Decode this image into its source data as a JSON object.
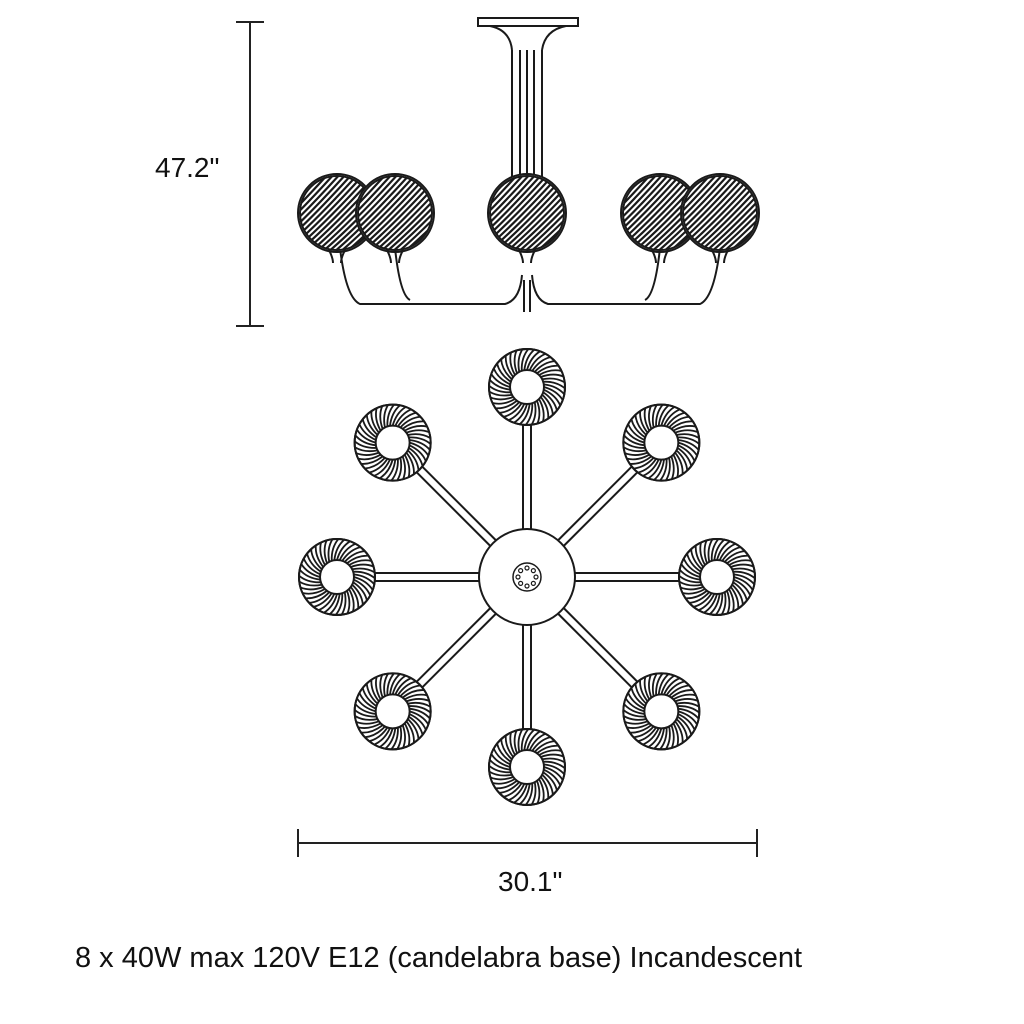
{
  "dimensions": {
    "height_label": "47.2\"",
    "width_label": "30.1\""
  },
  "caption": "8 x 40W max 120V E12 (candelabra base) Incandescent",
  "fixture": {
    "light_count": 8,
    "stroke_color": "#1a1a1a"
  }
}
